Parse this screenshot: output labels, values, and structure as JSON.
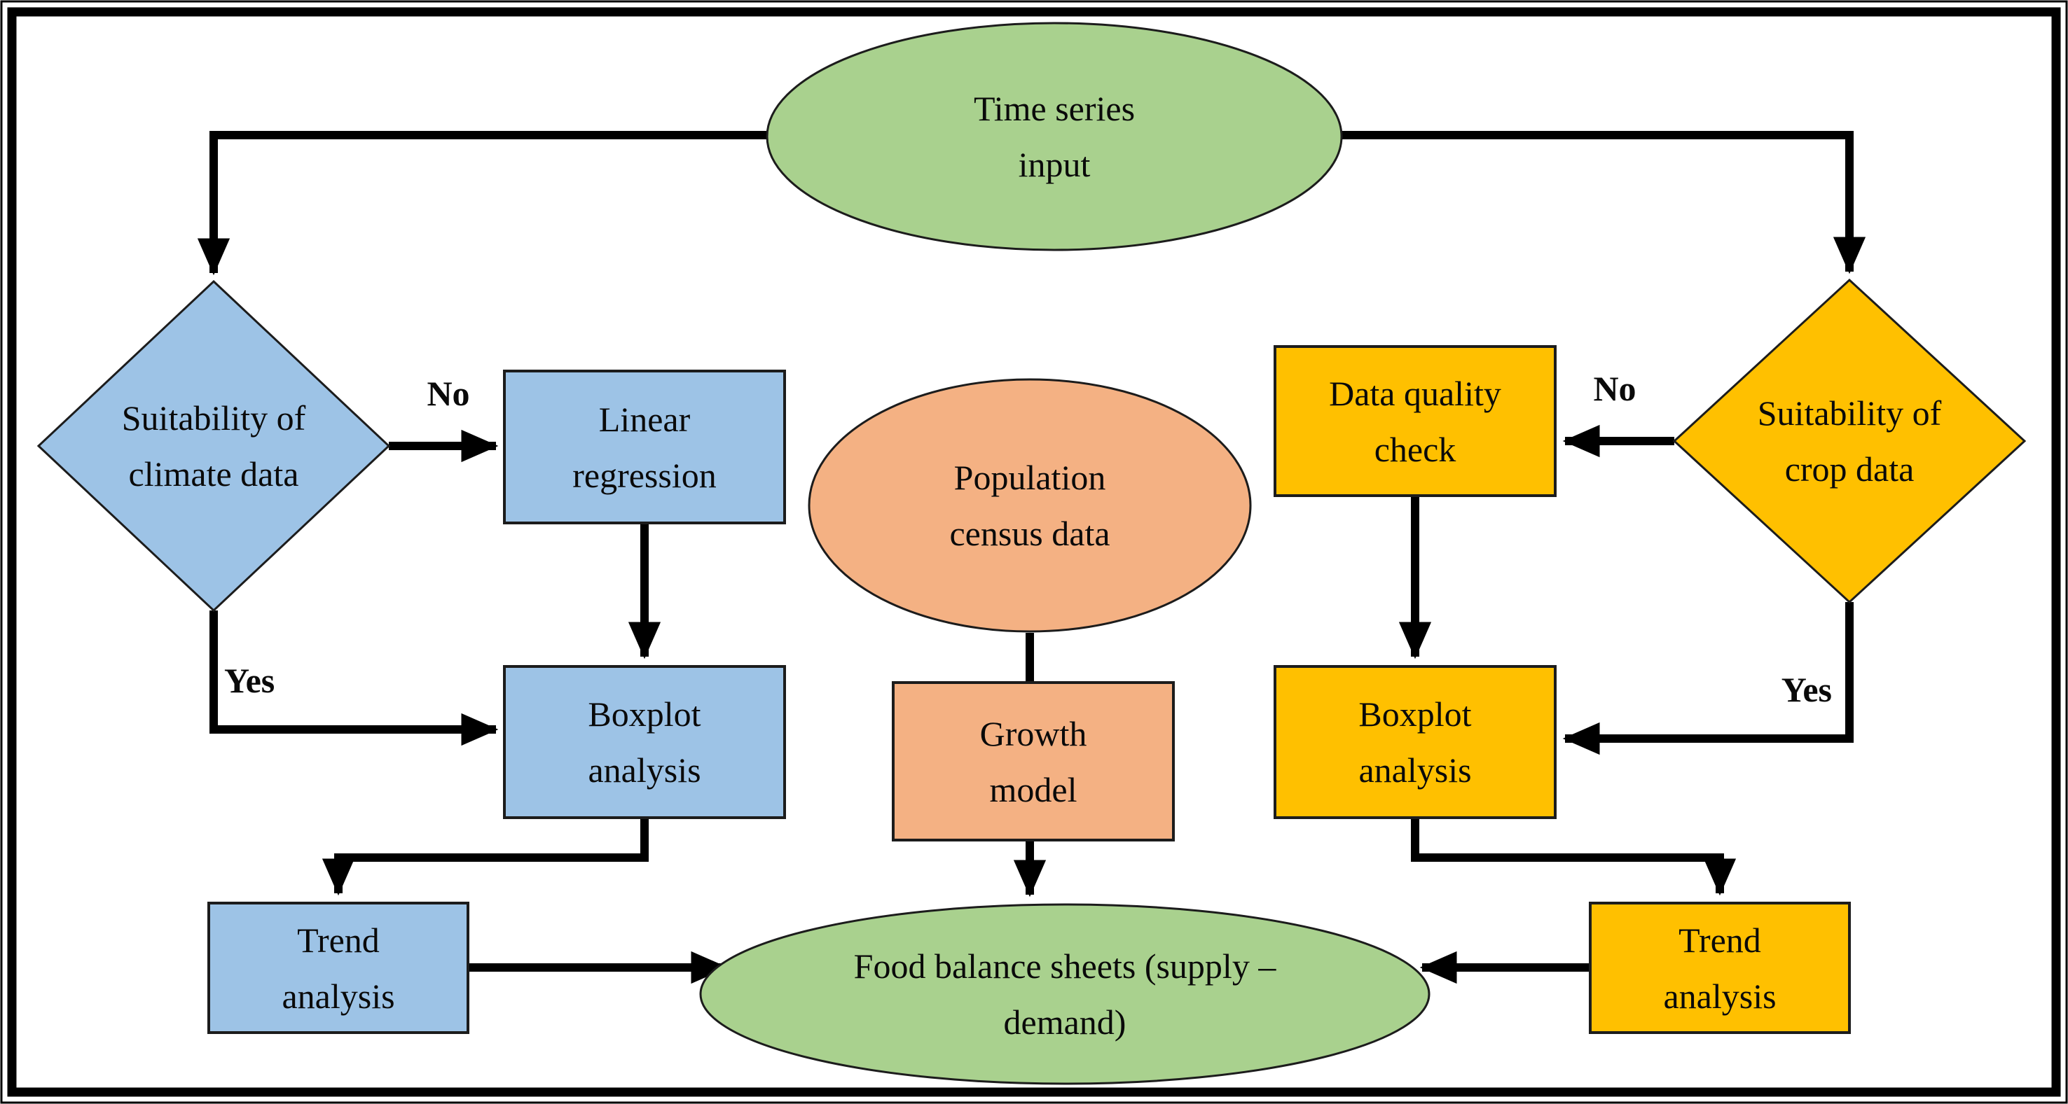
{
  "diagram": {
    "nodes": {
      "time_series": "Time series input",
      "climate_suitability": "Suitability of climate data",
      "linear_regression": "Linear regression",
      "boxplot_left": "Boxplot analysis",
      "trend_left": "Trend analysis",
      "population_census": "Population census data",
      "growth_model": "Growth model",
      "food_balance": "Food balance sheets (supply – demand)",
      "data_quality": "Data quality check",
      "crop_suitability": "Suitability of crop data",
      "boxplot_right": "Boxplot analysis",
      "trend_right": "Trend analysis"
    },
    "edge_labels": {
      "no_left": "No",
      "yes_left": "Yes",
      "no_right": "No",
      "yes_right": "Yes"
    },
    "colors": {
      "node-green": "#a9d18e",
      "node-blue": "#9dc3e6",
      "node-salmon": "#f4b183",
      "node-yellow": "#ffc000",
      "line": "#000000"
    }
  }
}
